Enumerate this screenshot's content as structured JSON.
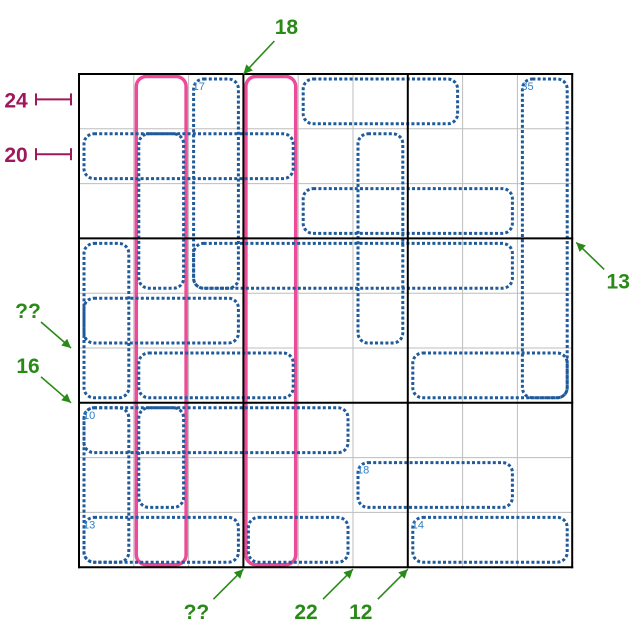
{
  "puzzle": {
    "grid_size": 9,
    "colors": {
      "cage": "#1f5a9a",
      "cage_label": "#2f7fc6",
      "highlight": "#ec4b9a",
      "left_clue": "#a0185c",
      "arrow_clue": "#2a8a18",
      "grid_thin": "#bdbdbd",
      "grid_thick": "#000000"
    },
    "cages": [
      {
        "sum": "17",
        "cells": [
          [
            0,
            2
          ],
          [
            1,
            2
          ],
          [
            2,
            2
          ],
          [
            3,
            2
          ]
        ]
      },
      {
        "sum": "",
        "cells": [
          [
            0,
            4
          ],
          [
            0,
            5
          ],
          [
            0,
            6
          ]
        ]
      },
      {
        "sum": "35",
        "cells": [
          [
            0,
            8
          ],
          [
            1,
            8
          ],
          [
            2,
            8
          ],
          [
            3,
            8
          ],
          [
            4,
            8
          ],
          [
            5,
            8
          ]
        ]
      },
      {
        "sum": "",
        "cells": [
          [
            1,
            0
          ],
          [
            1,
            1
          ],
          [
            1,
            2
          ],
          [
            1,
            3
          ]
        ]
      },
      {
        "sum": "",
        "cells": [
          [
            1,
            1
          ],
          [
            2,
            1
          ],
          [
            3,
            1
          ]
        ]
      },
      {
        "sum": "",
        "cells": [
          [
            1,
            5
          ],
          [
            2,
            5
          ],
          [
            3,
            5
          ],
          [
            4,
            5
          ]
        ]
      },
      {
        "sum": "",
        "cells": [
          [
            2,
            4
          ],
          [
            2,
            5
          ],
          [
            2,
            6
          ],
          [
            2,
            7
          ]
        ]
      },
      {
        "sum": "",
        "cells": [
          [
            3,
            0
          ],
          [
            4,
            0
          ],
          [
            5,
            0
          ]
        ]
      },
      {
        "sum": "",
        "cells": [
          [
            3,
            2
          ],
          [
            3,
            3
          ],
          [
            3,
            4
          ],
          [
            3,
            5
          ],
          [
            3,
            6
          ],
          [
            3,
            7
          ]
        ]
      },
      {
        "sum": "",
        "cells": [
          [
            4,
            0
          ],
          [
            4,
            1
          ],
          [
            4,
            2
          ]
        ]
      },
      {
        "sum": "",
        "cells": [
          [
            5,
            1
          ],
          [
            5,
            2
          ],
          [
            5,
            3
          ]
        ]
      },
      {
        "sum": "",
        "cells": [
          [
            5,
            6
          ],
          [
            5,
            7
          ],
          [
            5,
            8
          ]
        ]
      },
      {
        "sum": "",
        "cells": [
          [
            6,
            0
          ],
          [
            6,
            1
          ],
          [
            6,
            2
          ],
          [
            6,
            3
          ],
          [
            6,
            4
          ]
        ]
      },
      {
        "sum": "10",
        "cells": [
          [
            6,
            0
          ],
          [
            7,
            0
          ],
          [
            8,
            0
          ]
        ]
      },
      {
        "sum": "",
        "cells": [
          [
            6,
            1
          ],
          [
            7,
            1
          ]
        ]
      },
      {
        "sum": "18",
        "cells": [
          [
            7,
            5
          ],
          [
            7,
            6
          ],
          [
            7,
            7
          ]
        ]
      },
      {
        "sum": "13",
        "cells": [
          [
            8,
            0
          ],
          [
            8,
            1
          ],
          [
            8,
            2
          ]
        ]
      },
      {
        "sum": "",
        "cells": [
          [
            8,
            3
          ],
          [
            8,
            4
          ]
        ]
      },
      {
        "sum": "14",
        "cells": [
          [
            8,
            6
          ],
          [
            8,
            7
          ],
          [
            8,
            8
          ]
        ]
      }
    ],
    "highlights": [
      {
        "cells": [
          [
            0,
            1
          ],
          [
            1,
            1
          ],
          [
            2,
            1
          ],
          [
            3,
            1
          ],
          [
            4,
            1
          ],
          [
            5,
            1
          ],
          [
            6,
            1
          ],
          [
            7,
            1
          ],
          [
            8,
            1
          ]
        ]
      },
      {
        "cells": [
          [
            0,
            3
          ],
          [
            1,
            3
          ],
          [
            2,
            3
          ],
          [
            3,
            3
          ],
          [
            4,
            3
          ],
          [
            5,
            3
          ],
          [
            6,
            3
          ],
          [
            7,
            3
          ],
          [
            8,
            3
          ]
        ]
      }
    ],
    "left_clues": [
      {
        "label": "24",
        "row": 0
      },
      {
        "label": "20",
        "row": 1
      }
    ],
    "arrow_clues": [
      {
        "label": "18",
        "side": "top",
        "col_line": 3
      },
      {
        "label": "13",
        "side": "right",
        "row_line": 3
      },
      {
        "label": "??",
        "side": "left",
        "row_line": 5
      },
      {
        "label": "16",
        "side": "left",
        "row_line": 6
      },
      {
        "label": "??",
        "side": "bottom",
        "col_line": 3
      },
      {
        "label": "22",
        "side": "bottom",
        "col_line": 5
      },
      {
        "label": "12",
        "side": "bottom",
        "col_line": 6
      }
    ]
  }
}
